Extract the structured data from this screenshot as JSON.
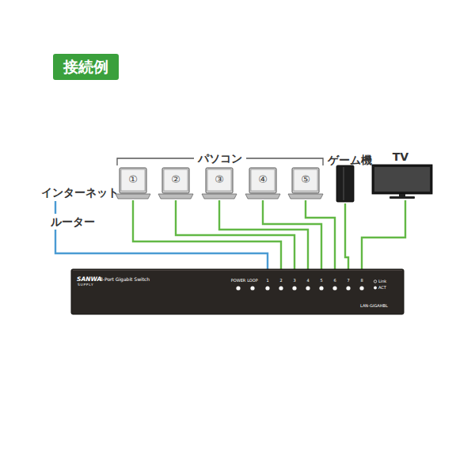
{
  "diagram": {
    "title": "接続例",
    "nodes": [
      {
        "text": [
          "インターネット"
        ]
      },
      {
        "text": [
          "ルーター"
        ]
      },
      {
        "text": [
          "①"
        ]
      },
      {
        "text": [
          "②"
        ]
      },
      {
        "text": [
          "③"
        ]
      },
      {
        "text": [
          "④"
        ]
      },
      {
        "text": [
          "⑤"
        ]
      },
      {
        "text": [
          "ゲーム機"
        ]
      },
      {
        "text": [
          "TV"
        ]
      },
      {
        "text": [
          "SANWA",
          "SUPPLY",
          "8-Port Gigabit Switch",
          "POWER",
          "LOOP",
          "1",
          "2",
          "3",
          "4",
          "5",
          "6",
          "7",
          "8",
          "Link",
          "ACT",
          "LAN-GIGAHBL"
        ]
      }
    ],
    "edges": [
      {
        "from": 0,
        "to": 1,
        "arrow": "none"
      },
      {
        "from": 1,
        "to": 9,
        "arrow": "none"
      },
      {
        "from": 2,
        "to": 9,
        "arrow": "none"
      },
      {
        "from": 3,
        "to": 9,
        "arrow": "none"
      },
      {
        "from": 4,
        "to": 9,
        "arrow": "none"
      },
      {
        "from": 5,
        "to": 9,
        "arrow": "none"
      },
      {
        "from": 6,
        "to": 9,
        "arrow": "none"
      },
      {
        "from": 7,
        "to": 9,
        "arrow": "none"
      },
      {
        "from": 8,
        "to": 9,
        "arrow": "none"
      }
    ],
    "labels": [
      "パソコン"
    ]
  }
}
